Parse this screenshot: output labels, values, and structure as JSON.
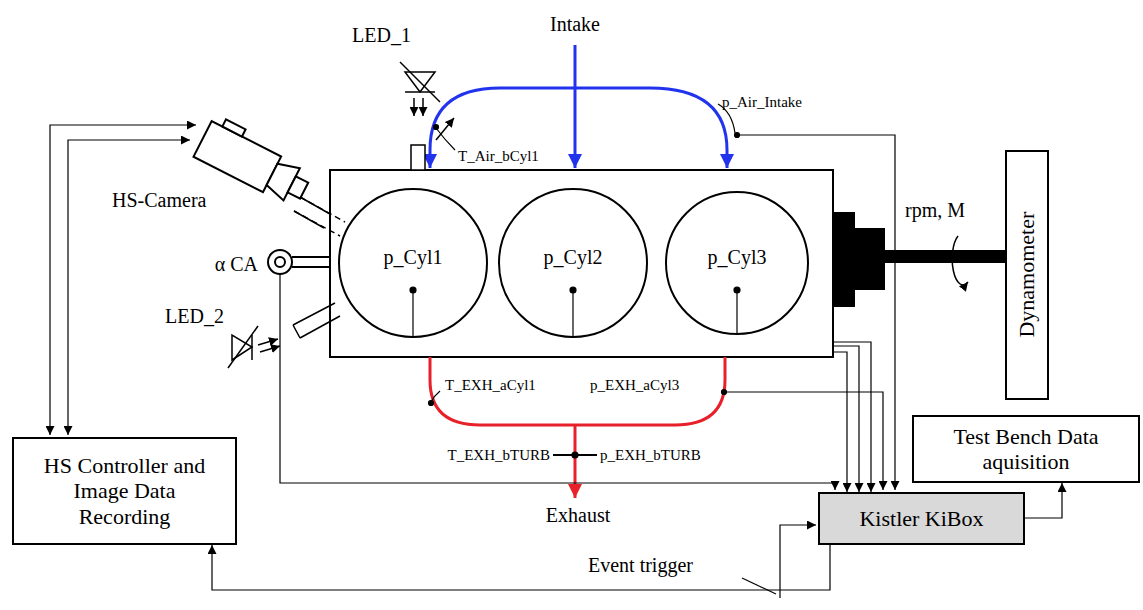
{
  "diagram": {
    "nodes": [
      {
        "text": [
          "p_Cyl1"
        ]
      },
      {
        "text": [
          "p_Cyl2"
        ]
      },
      {
        "text": [
          "p_Cyl3"
        ]
      },
      {
        "text": [
          "Dynamometer"
        ]
      },
      {
        "text": [
          "HS Controller and Image Data Recording"
        ]
      },
      {
        "text": [
          "Test Bench Data aquisition"
        ]
      },
      {
        "text": [
          "Kistler KiBox"
        ]
      }
    ],
    "edges": [
      {
        "from": 0,
        "to": 6,
        "arrow": "to"
      },
      {
        "from": 1,
        "to": 6,
        "arrow": "to"
      },
      {
        "from": 2,
        "to": 6,
        "arrow": "to"
      },
      {
        "from": 6,
        "to": 4,
        "arrow": "to"
      },
      {
        "from": 6,
        "to": 5,
        "arrow": "to"
      }
    ],
    "labels": [
      "LED_1",
      "Intake",
      "p_Air_Intake",
      "T_Air_bCyl1",
      "HS-Camera",
      "α CA",
      "LED_2",
      "rpm, M",
      "T_EXH_aCyl1",
      "p_EXH_aCyl3",
      "T_EXH_bTURB",
      "p_EXH_bTURB",
      "Exhaust",
      "Event trigger"
    ]
  }
}
